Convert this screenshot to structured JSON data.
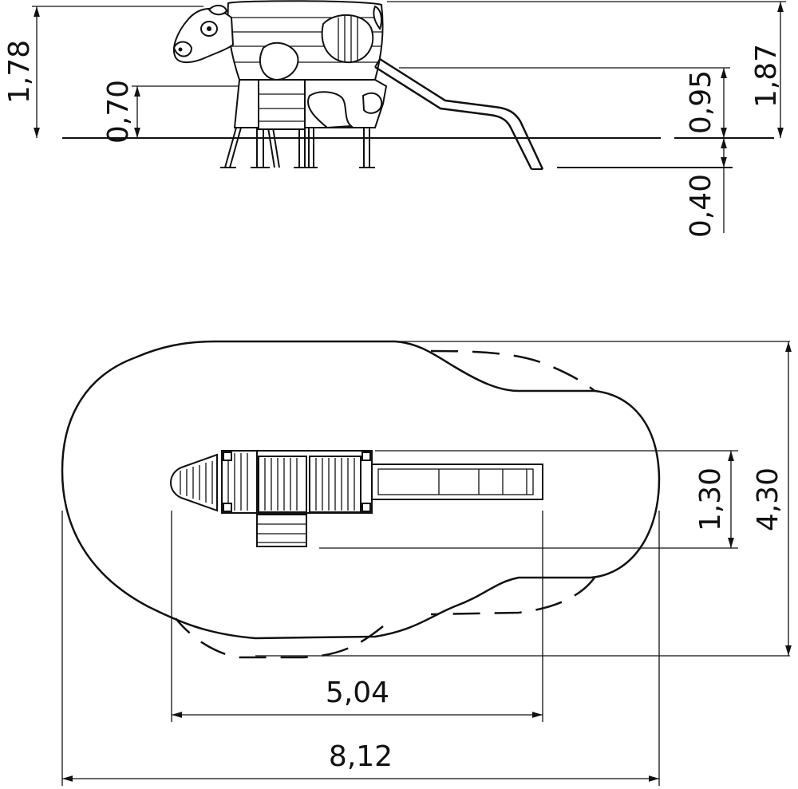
{
  "side_view": {
    "dim_total_height_left": "1,78",
    "dim_platform_height": "0,70",
    "dim_slide_height": "0,95",
    "dim_total_height_right": "1,87",
    "dim_foundation_depth": "0,40"
  },
  "top_view": {
    "dim_width_small": "1,30",
    "dim_width_total": "4,30",
    "dim_length_small": "5,04",
    "dim_length_total": "8,12"
  }
}
